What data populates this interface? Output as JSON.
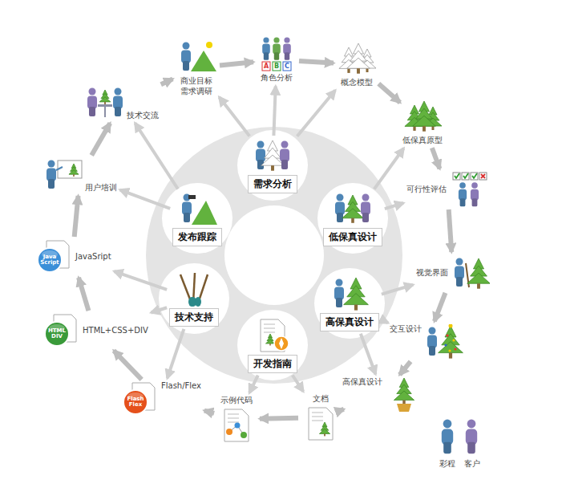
{
  "diagram": {
    "nodes": [
      {
        "text": [
          "商业目标 需求调研"
        ]
      },
      {
        "text": [
          "角色分析"
        ]
      },
      {
        "text": [
          "概念模型"
        ]
      },
      {
        "text": [
          "低保真原型"
        ]
      },
      {
        "text": [
          "可行性评估"
        ]
      },
      {
        "text": [
          "视觉界面"
        ]
      },
      {
        "text": [
          "交互设计"
        ]
      },
      {
        "text": [
          "高保真设计"
        ]
      },
      {
        "text": [
          "文档"
        ]
      },
      {
        "text": [
          "示例代码"
        ]
      },
      {
        "text": [
          "Flash/Flex"
        ]
      },
      {
        "text": [
          "HTML+CSS+DIV"
        ]
      },
      {
        "text": [
          "JavaSript"
        ]
      },
      {
        "text": [
          "用户培训"
        ]
      },
      {
        "text": [
          "技术交流"
        ]
      },
      {
        "text": [
          "需求分析"
        ]
      },
      {
        "text": [
          "低保真设计"
        ]
      },
      {
        "text": [
          "高保真设计"
        ]
      },
      {
        "text": [
          "开发指南"
        ]
      },
      {
        "text": [
          "技术支持"
        ]
      },
      {
        "text": [
          "发布跟踪"
        ]
      }
    ],
    "edges": [
      {
        "from": 0,
        "to": 1,
        "arrow": "to"
      },
      {
        "from": 1,
        "to": 2,
        "arrow": "to"
      },
      {
        "from": 2,
        "to": 3,
        "arrow": "to"
      },
      {
        "from": 3,
        "to": 4,
        "arrow": "to"
      },
      {
        "from": 4,
        "to": 5,
        "arrow": "to"
      },
      {
        "from": 5,
        "to": 6,
        "arrow": "to"
      },
      {
        "from": 6,
        "to": 7,
        "arrow": "to"
      },
      {
        "from": 7,
        "to": 8,
        "arrow": "to"
      },
      {
        "from": 8,
        "to": 9,
        "arrow": "to"
      },
      {
        "from": 9,
        "to": 10,
        "arrow": "to"
      },
      {
        "from": 10,
        "to": 11,
        "arrow": "to"
      },
      {
        "from": 11,
        "to": 12,
        "arrow": "to"
      },
      {
        "from": 12,
        "to": 13,
        "arrow": "to"
      },
      {
        "from": 13,
        "to": 14,
        "arrow": "to"
      },
      {
        "from": 14,
        "to": 0,
        "arrow": "to"
      },
      {
        "from": 15,
        "to": 0,
        "arrow": "to"
      },
      {
        "from": 15,
        "to": 1,
        "arrow": "to"
      },
      {
        "from": 15,
        "to": 2,
        "arrow": "to"
      },
      {
        "from": 16,
        "to": 3,
        "arrow": "to"
      },
      {
        "from": 16,
        "to": 4,
        "arrow": "to"
      },
      {
        "from": 17,
        "to": 5,
        "arrow": "to"
      },
      {
        "from": 17,
        "to": 6,
        "arrow": "to"
      },
      {
        "from": 17,
        "to": 7,
        "arrow": "to"
      },
      {
        "from": 18,
        "to": 8,
        "arrow": "to"
      },
      {
        "from": 18,
        "to": 9,
        "arrow": "to"
      },
      {
        "from": 19,
        "to": 10,
        "arrow": "to"
      },
      {
        "from": 19,
        "to": 11,
        "arrow": "to"
      },
      {
        "from": 19,
        "to": 12,
        "arrow": "to"
      },
      {
        "from": 20,
        "to": 13,
        "arrow": "to"
      },
      {
        "from": 20,
        "to": 14,
        "arrow": "to"
      }
    ],
    "labels": [
      "A",
      "B",
      "C",
      "Java Script",
      "HTML DIV",
      "Flash Flex",
      "彩程",
      "客户"
    ]
  }
}
